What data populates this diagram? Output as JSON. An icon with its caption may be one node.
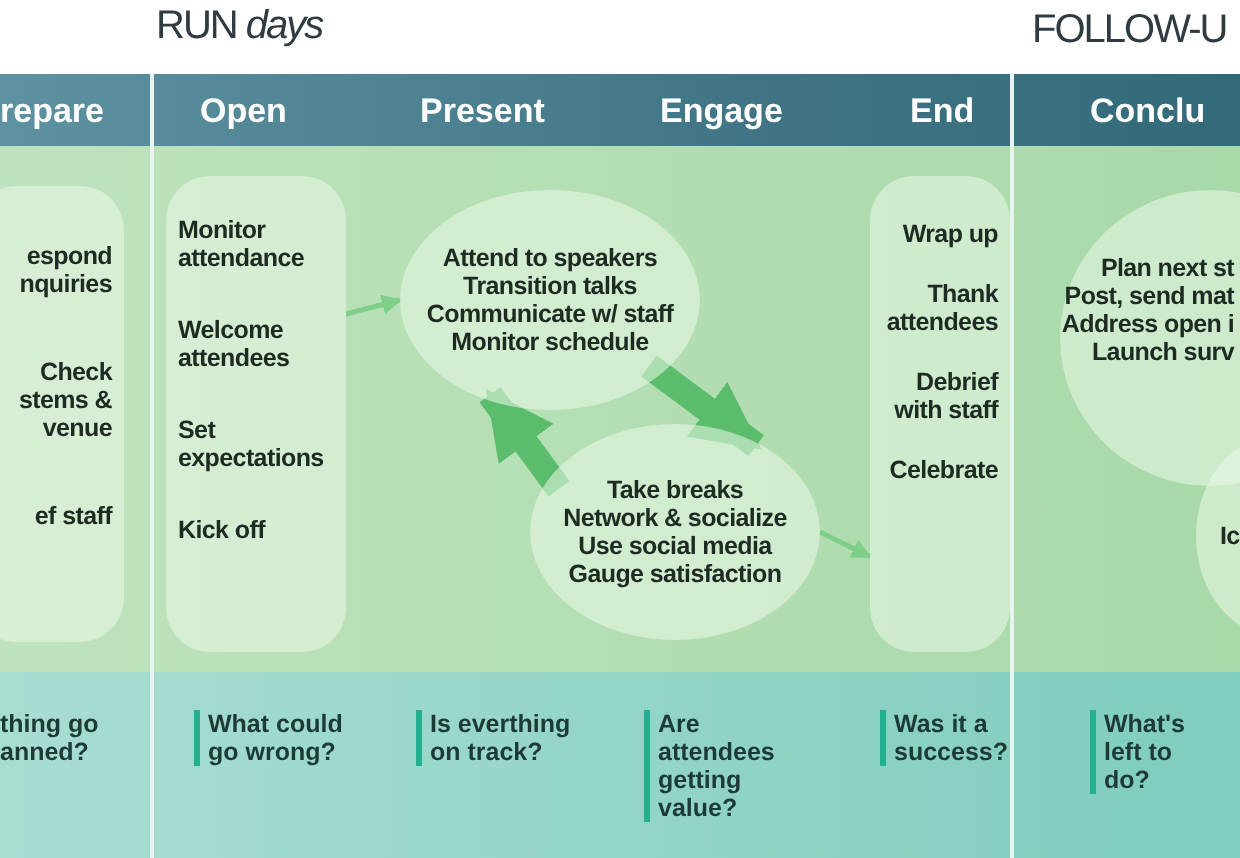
{
  "diagram": {
    "nodes": [
      {
        "text": [
          "espond nquiries",
          "Check stems & venue",
          "ef staff"
        ]
      },
      {
        "text": [
          "Monitor attendance",
          "Welcome attendees",
          "Set expectations",
          "Kick off"
        ]
      },
      {
        "text": [
          "Attend to speakers",
          "Transition talks",
          "Communicate w/ staff",
          "Monitor schedule"
        ]
      },
      {
        "text": [
          "Take breaks",
          "Network & socialize",
          "Use social media",
          "Gauge satisfaction"
        ]
      },
      {
        "text": [
          "Wrap up",
          "Thank attendees",
          "Debrief with staff",
          "Celebrate"
        ]
      },
      {
        "text": [
          "Plan next st",
          "Post, send mat",
          "Address open i",
          "Launch surv"
        ]
      },
      {
        "text": [
          "Ic"
        ]
      }
    ],
    "edges": [
      {
        "from": 1,
        "to": 2,
        "arrow": "to"
      },
      {
        "from": 2,
        "to": 3,
        "arrow": "to",
        "style": "thick"
      },
      {
        "from": 3,
        "to": 2,
        "arrow": "to",
        "style": "thick"
      },
      {
        "from": 3,
        "to": 4,
        "arrow": "to"
      }
    ],
    "labels": [
      "RUN *days*",
      "FOLLOW-U",
      "repare",
      "Open",
      "Present",
      "Engage",
      "End",
      "Conclu",
      "thing go anned?",
      "What could go wrong?",
      "Is everthing on track?",
      "Are attendees getting value?",
      "Was it a success?",
      "What's left to do?"
    ]
  }
}
